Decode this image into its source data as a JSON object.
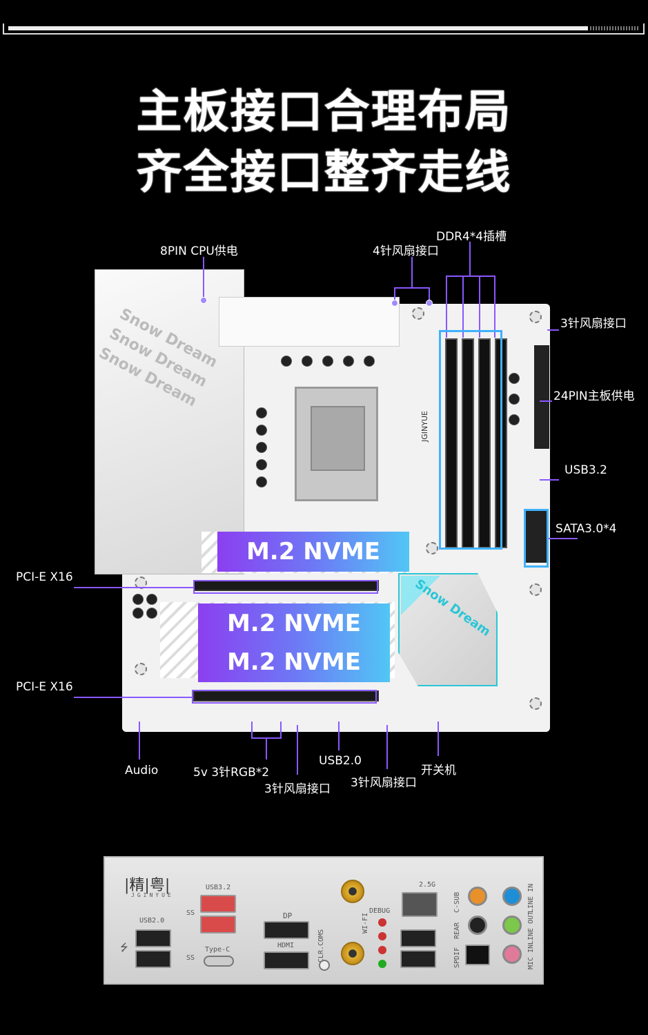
{
  "headline": {
    "line1": "主板接口合理布局",
    "line2": "齐全接口整齐走线"
  },
  "callouts": {
    "cpu_power": "8PIN CPU供电",
    "fan4pin": "4针风扇接口",
    "ddr4": "DDR4*4插槽",
    "fan3pin_right": "3针风扇接口",
    "atx24": "24PIN主板供电",
    "usb32": "USB3.2",
    "sata": "SATA3.0*4",
    "pcie_top": "PCI-E X16",
    "pcie_bottom": "PCI-E X16",
    "audio": "Audio",
    "rgb": "5v 3针RGB*2",
    "fan3pin_bottom_left": "3针风扇接口",
    "usb20": "USB2.0",
    "fan3pin_bottom_right": "3针风扇接口",
    "power_switch": "开关机"
  },
  "board": {
    "m2_1": "M.2 NVME",
    "m2_2": "M.2 NVME",
    "m2_3": "M.2 NVME",
    "shroud_text": "Snow Dream Snow Dream Snow Dream",
    "chipset_text": "Snow Dream",
    "brand_vertical": "JGINYUE"
  },
  "io_panel": {
    "brand": "|精|粤|",
    "brand_sub": "JGINYUE",
    "usb32": "USB3.2",
    "usb20": "USB2.0",
    "typec": "Type-C",
    "dp": "DP",
    "hdmi": "HDMI",
    "clr": "CLR.COMS",
    "wifi": "WI-FI",
    "debug": "DEBUG",
    "lan": "2.5G",
    "c_sub": "C-SUB",
    "rear": "REAR",
    "spdif": "SPDIF",
    "line_in": "LINE IN",
    "line_out": "LINE OUT",
    "mic_in": "MIC IN",
    "ss1": "SS",
    "ss2": "SS"
  },
  "colors": {
    "accent_purple": "#8a57ff",
    "accent_blue": "#3fb2ff",
    "m2_gradient_start": "#8b3ff0",
    "m2_gradient_end": "#51c6f5",
    "chipset_accent": "#29c6d6"
  }
}
